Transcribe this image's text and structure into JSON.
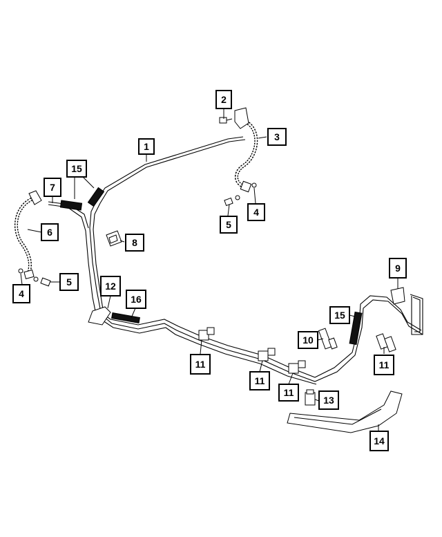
{
  "callouts": [
    {
      "id": "c1",
      "label": "1"
    },
    {
      "id": "c2",
      "label": "2"
    },
    {
      "id": "c3",
      "label": "3"
    },
    {
      "id": "c4a",
      "label": "4"
    },
    {
      "id": "c5a",
      "label": "5"
    },
    {
      "id": "c15a",
      "label": "15"
    },
    {
      "id": "c7",
      "label": "7"
    },
    {
      "id": "c6",
      "label": "6"
    },
    {
      "id": "c8",
      "label": "8"
    },
    {
      "id": "c4b",
      "label": "4"
    },
    {
      "id": "c5b",
      "label": "5"
    },
    {
      "id": "c12",
      "label": "12"
    },
    {
      "id": "c16",
      "label": "16"
    },
    {
      "id": "c9",
      "label": "9"
    },
    {
      "id": "c15b",
      "label": "15"
    },
    {
      "id": "c10",
      "label": "10"
    },
    {
      "id": "c11a",
      "label": "11"
    },
    {
      "id": "c11b",
      "label": "11"
    },
    {
      "id": "c11c",
      "label": "11"
    },
    {
      "id": "c11d",
      "label": "11"
    },
    {
      "id": "c13",
      "label": "13"
    },
    {
      "id": "c14",
      "label": "14"
    }
  ]
}
